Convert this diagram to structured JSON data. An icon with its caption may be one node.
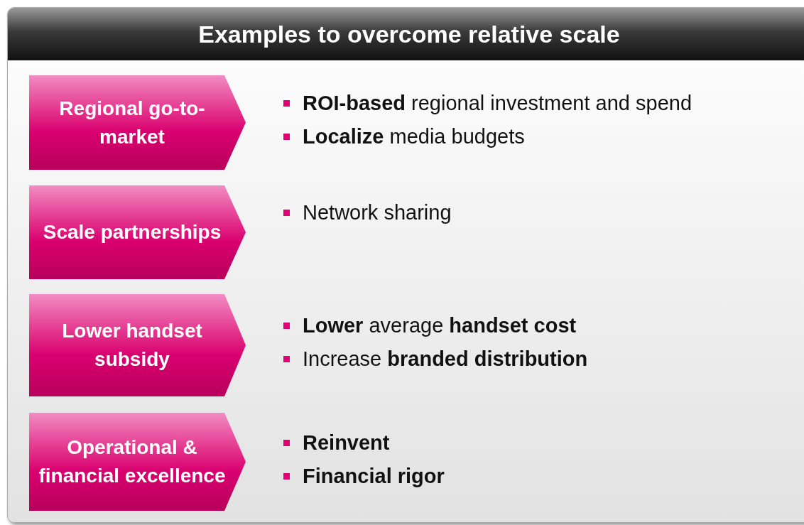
{
  "diagram": {
    "title": "Examples to overcome relative scale",
    "nodes": [
      {
        "text": [
          "Regional go-to-market"
        ]
      },
      {
        "text": [
          "Scale partnerships"
        ]
      },
      {
        "text": [
          "Lower handset subsidy"
        ]
      },
      {
        "text": [
          "Operational & financial excellence"
        ]
      }
    ],
    "labels": [
      "**ROI-based** regional investment and spend",
      "**Localize** media budgets",
      "Network sharing",
      "**Lower** average **handset cost**",
      "Increase **branded distribution**",
      "Reinvent",
      "Financial rigor"
    ]
  }
}
